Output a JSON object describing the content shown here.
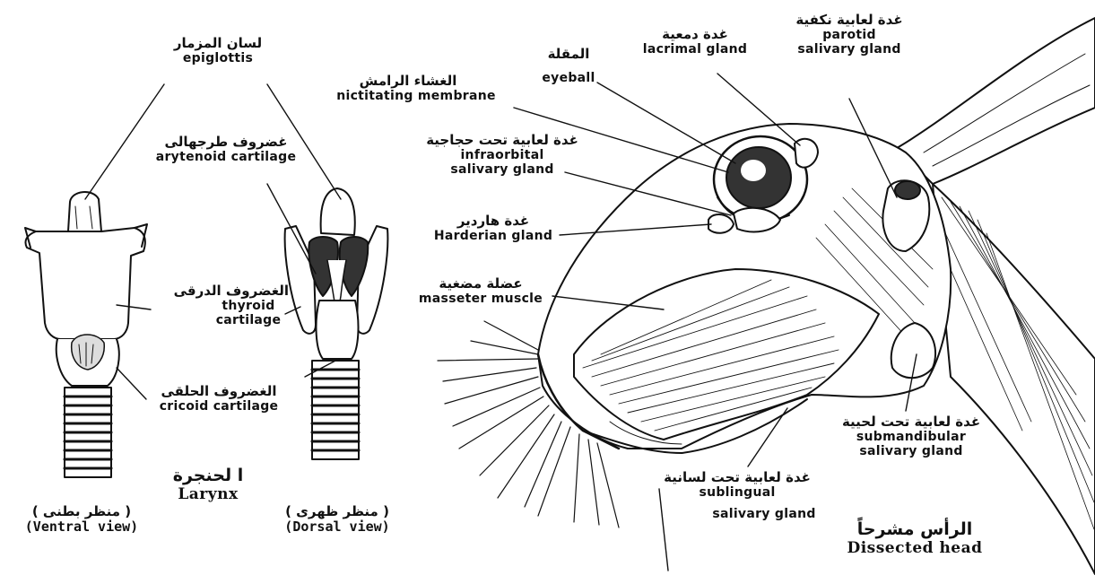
{
  "larynx": {
    "title_ar": "ا لحنجرة",
    "title_en": "Larynx",
    "ventral_ar": "( منظر بطنى )",
    "ventral_en": "(Ventral view)",
    "dorsal_ar": "( منظر ظهرى )",
    "dorsal_en": "(Dorsal view)",
    "labels": [
      {
        "id": "epiglottis",
        "ar": "لسان المزمار",
        "en": "epiglottis"
      },
      {
        "id": "arytenoid",
        "ar": "غضروف طرجهالى",
        "en": "arytenoid cartilage"
      },
      {
        "id": "thyroid",
        "ar": "الغضروف الدرقى",
        "en": "thyroid cartilage"
      },
      {
        "id": "cricoid",
        "ar": "الغضروف الحلقى",
        "en": "cricoid cartilage"
      }
    ]
  },
  "head": {
    "title_ar": "الرأس مشرحاً",
    "title_en": "Dissected head",
    "labels": [
      {
        "id": "nictitating",
        "ar": "الغشاء الرامش",
        "en": "nictitating membrane"
      },
      {
        "id": "eyeball",
        "ar": "المقلة",
        "en": "eyeball"
      },
      {
        "id": "lacrimal",
        "ar": "غدة دمعية",
        "en": "lacrimal gland"
      },
      {
        "id": "parotid",
        "ar": "غدة لعابية نكفية",
        "en1": "parotid",
        "en2": "salivary gland"
      },
      {
        "id": "infraorbital",
        "ar": "غدة لعابية تحت حجاجية",
        "en1": "infraorbital",
        "en2": "salivary gland"
      },
      {
        "id": "harderian",
        "ar": "غدة هاردير",
        "en": "Harderian gland"
      },
      {
        "id": "masseter",
        "ar": "عضلة مضغية",
        "en": "masseter muscle"
      },
      {
        "id": "submandibular",
        "ar": "غدة لعابية تحت لحيية",
        "en1": "submandibular",
        "en2": "salivary gland"
      },
      {
        "id": "sublingual",
        "ar": "غدة لعابية تحت لسانية",
        "en1": "sublingual",
        "en2": "salivary gland"
      }
    ]
  }
}
